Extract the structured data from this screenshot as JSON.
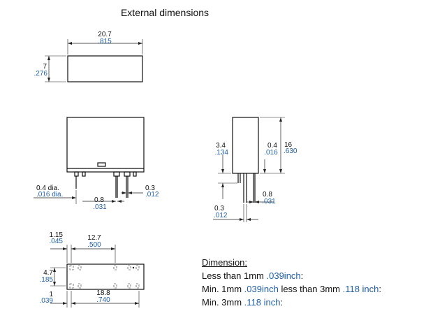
{
  "title": "External dimensions",
  "top_view": {
    "width_mm": "20.7",
    "width_in": ".815",
    "height_mm": "7",
    "height_in": ".276"
  },
  "front_view": {
    "pin_dia_mm": "0.4 dia.",
    "pin_dia_in": ".016 dia.",
    "pitch_mm": "0.8",
    "pitch_in": ".031",
    "pin_w_mm": "0.3",
    "pin_w_in": ".012"
  },
  "side_view": {
    "pin_len_mm": "3.4",
    "pin_len_in": ".134",
    "pin_t_mm": "0.4",
    "pin_t_in": ".016",
    "height_mm": "16",
    "height_in": ".630",
    "pitch_mm": "0.8",
    "pitch_in": ".031",
    "pin_w_mm": "0.3",
    "pin_w_in": ".012"
  },
  "bottom_view": {
    "offset_mm": "1.15",
    "offset_in": ".045",
    "span_mm": "12.7",
    "span_in": ".500",
    "row_mm": "4.7",
    "row_in": ".185",
    "edge_mm": "1",
    "edge_in": ".039",
    "pin_span_mm": "18.8",
    "pin_span_in": ".740"
  },
  "legend": {
    "heading": "Dimension:",
    "line1_a": "Less than 1mm ",
    "line1_b": ".039inch",
    "line1_c": ":",
    "line2_a": "Min. 1mm ",
    "line2_b": ".039inch",
    "line2_c": " less than 3mm ",
    "line2_d": ".118 inch",
    "line2_e": ":",
    "line3_a": "Min. 3mm ",
    "line3_b": ".118 inch",
    "line3_c": ":"
  }
}
